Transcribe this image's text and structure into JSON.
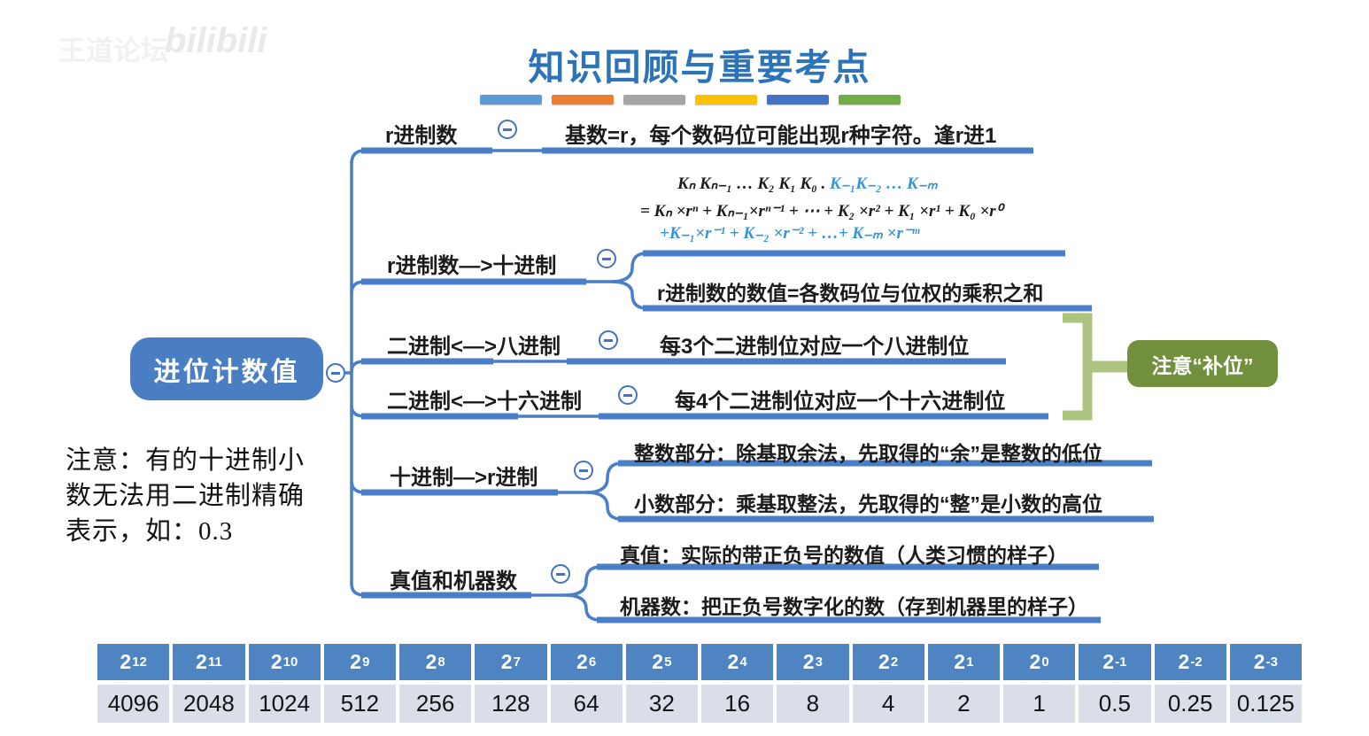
{
  "watermark": {
    "forum": "王道论坛",
    "site": "bilibili"
  },
  "title": "知识回顾与重要考点",
  "accent_bars": [
    "#5B9BD5",
    "#ED7D31",
    "#A5A5A5",
    "#FFC000",
    "#4472C4",
    "#70AD47"
  ],
  "colors": {
    "title_blue": "#2C73B8",
    "map_blue": "#4A7EC6",
    "root_node_blue": "#4A7EC2",
    "formula_blue": "#3795D0",
    "green_node": "#728F3E",
    "bracket_green": "#ACC47F",
    "table_header_blue": "#4D84C1",
    "table_row_gray": "#D9DEE8"
  },
  "mindmap": {
    "root": "进位计数值",
    "branches": [
      {
        "label": "r进制数",
        "desc": "基数=r，每个数码位可能出现r种字符。逢r进1"
      },
      {
        "label": "r进制数—>十进制",
        "children": [
          {
            "formula": true
          },
          {
            "text": "r进制数的数值=各数码位与位权的乘积之和"
          }
        ]
      },
      {
        "label": "二进制<—>八进制",
        "desc": "每3个二进制位对应一个八进制位"
      },
      {
        "label": "二进制<—>十六进制",
        "desc": "每4个二进制位对应一个十六进制位"
      },
      {
        "label": "十进制—>r进制",
        "children": [
          {
            "text": "整数部分：除基取余法，先取得的“余”是整数的低位"
          },
          {
            "text": "小数部分：乘基取整法，先取得的“整”是小数的高位"
          }
        ]
      },
      {
        "label": "真值和机器数",
        "children": [
          {
            "text": "真值：实际的带正负号的数值（人类习惯的样子）"
          },
          {
            "text": "机器数：把正负号数字化的数（存到机器里的样子）"
          }
        ]
      }
    ],
    "annotation": "注意“补位”"
  },
  "formula": {
    "line1_black": "Kₙ Kₙ₋₁ … K₂ K₁ K₀ .",
    "line1_blue": " K₋₁K₋₂ … K₋ₘ",
    "line2": "= Kₙ ×rⁿ +  Kₙ₋₁×rⁿ⁻¹ + ⋯ + K₂ ×r² +  K₁ ×r¹ +  K₀ ×r⁰",
    "line3": "+K₋₁×r⁻¹ + K₋₂ ×r⁻² +  …+ K₋ₘ ×r⁻ᵐ"
  },
  "note": "注意：有的十进制小数无法用二进制精确表示，如：0.3",
  "power_table": {
    "headers": [
      {
        "base": "2",
        "exp": "12"
      },
      {
        "base": "2",
        "exp": "11"
      },
      {
        "base": "2",
        "exp": "10"
      },
      {
        "base": "2",
        "exp": "9"
      },
      {
        "base": "2",
        "exp": "8"
      },
      {
        "base": "2",
        "exp": "7"
      },
      {
        "base": "2",
        "exp": "6"
      },
      {
        "base": "2",
        "exp": "5"
      },
      {
        "base": "2",
        "exp": "4"
      },
      {
        "base": "2",
        "exp": "3"
      },
      {
        "base": "2",
        "exp": "2"
      },
      {
        "base": "2",
        "exp": "1"
      },
      {
        "base": "2",
        "exp": "0"
      },
      {
        "base": "2",
        "exp": "-1"
      },
      {
        "base": "2",
        "exp": "-2"
      },
      {
        "base": "2",
        "exp": "-3"
      }
    ],
    "values": [
      "4096",
      "2048",
      "1024",
      "512",
      "256",
      "128",
      "64",
      "32",
      "16",
      "8",
      "4",
      "2",
      "1",
      "0.5",
      "0.25",
      "0.125"
    ]
  }
}
